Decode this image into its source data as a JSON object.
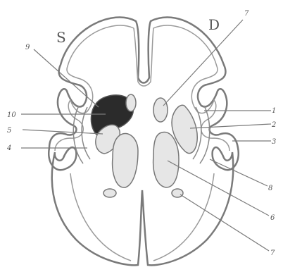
{
  "figure": {
    "side_left": "S",
    "side_right": "D",
    "labels": {
      "n9": "9",
      "n7_top": "7",
      "n10": "10",
      "n1": "1",
      "n5": "5",
      "n2": "2",
      "n4": "4",
      "n3": "3",
      "n8": "8",
      "n6": "6",
      "n7_bottom": "7"
    },
    "colors": {
      "outline": "#7a7a7a",
      "ink": "#888888",
      "structure_fill": "#e6e6e6",
      "lesion_fill": "#2b2b2b"
    }
  }
}
